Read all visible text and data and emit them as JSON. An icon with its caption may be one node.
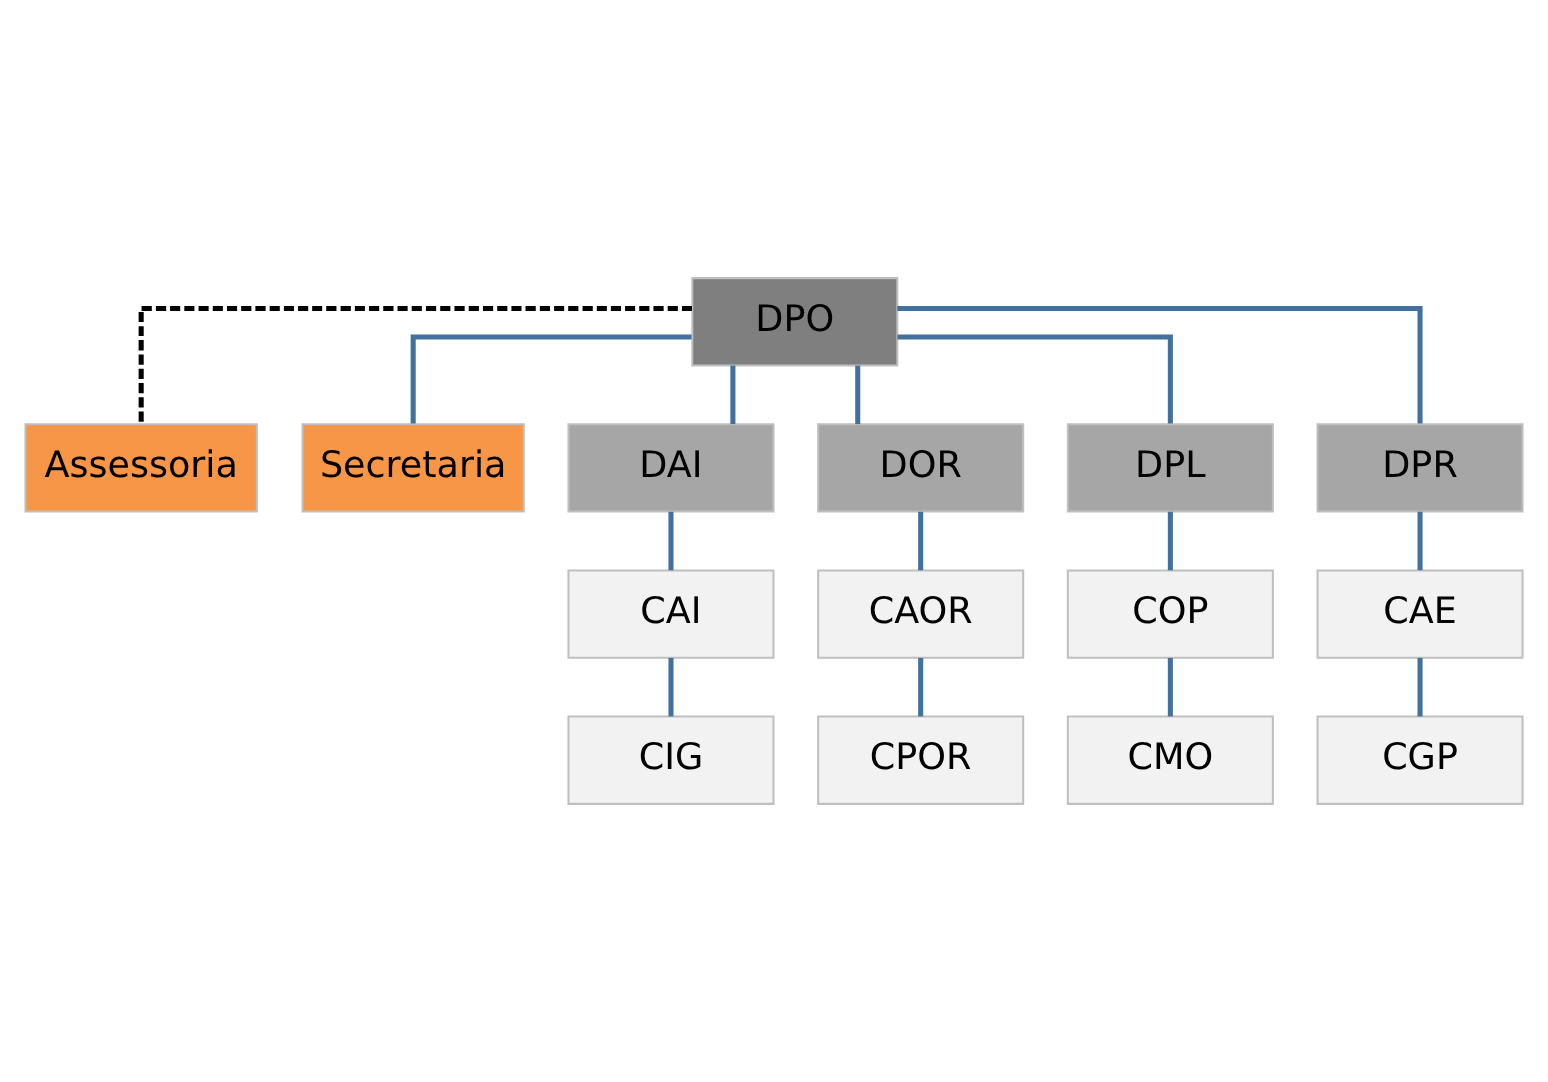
{
  "diagram": {
    "nodes": [
      {
        "text": [
          "DPO"
        ]
      },
      {
        "text": [
          "Assessoria"
        ]
      },
      {
        "text": [
          "Secretaria"
        ]
      },
      {
        "text": [
          "DAI"
        ]
      },
      {
        "text": [
          "DOR"
        ]
      },
      {
        "text": [
          "DPL"
        ]
      },
      {
        "text": [
          "DPR"
        ]
      },
      {
        "text": [
          "CAI"
        ]
      },
      {
        "text": [
          "CIG"
        ]
      },
      {
        "text": [
          "CAOR"
        ]
      },
      {
        "text": [
          "CPOR"
        ]
      },
      {
        "text": [
          "COP"
        ]
      },
      {
        "text": [
          "CMO"
        ]
      },
      {
        "text": [
          "CAE"
        ]
      },
      {
        "text": [
          "CGP"
        ]
      }
    ],
    "edges": [
      {
        "from": 0,
        "to": 1,
        "arrow": "none",
        "style": "dashed",
        "color": "#000000"
      },
      {
        "from": 0,
        "to": 2,
        "arrow": "none"
      },
      {
        "from": 0,
        "to": 3,
        "arrow": "none"
      },
      {
        "from": 0,
        "to": 4,
        "arrow": "none"
      },
      {
        "from": 0,
        "to": 5,
        "arrow": "none"
      },
      {
        "from": 0,
        "to": 6,
        "arrow": "none"
      },
      {
        "from": 3,
        "to": 7,
        "arrow": "none"
      },
      {
        "from": 7,
        "to": 8,
        "arrow": "none"
      },
      {
        "from": 4,
        "to": 9,
        "arrow": "none"
      },
      {
        "from": 9,
        "to": 10,
        "arrow": "none"
      },
      {
        "from": 5,
        "to": 11,
        "arrow": "none"
      },
      {
        "from": 11,
        "to": 12,
        "arrow": "none"
      },
      {
        "from": 6,
        "to": 13,
        "arrow": "none"
      },
      {
        "from": 13,
        "to": 14,
        "arrow": "none"
      }
    ]
  }
}
